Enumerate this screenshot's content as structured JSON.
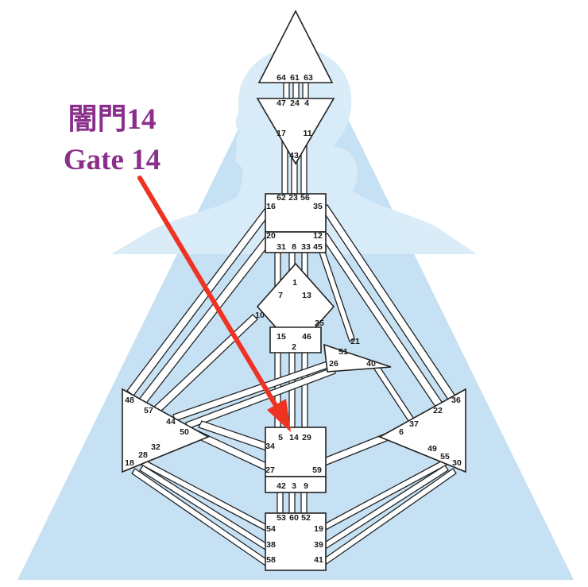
{
  "callout": {
    "line1": "闇門14",
    "line2": "Gate 14",
    "color": "#8a2f8c",
    "arrow_color": "#ee3322"
  },
  "colors": {
    "background_triangle": "#c6e1f4",
    "silhouette": "#d8ebf8",
    "center_fill": "#ffffff",
    "outline": "#222222"
  },
  "gates": {
    "g64": "64",
    "g61": "61",
    "g63": "63",
    "g47": "47",
    "g24": "24",
    "g4": "4",
    "g17": "17",
    "g11": "11",
    "g43": "43",
    "g62": "62",
    "g23": "23",
    "g56": "56",
    "g16": "16",
    "g35": "35",
    "g20": "20",
    "g12": "12",
    "g31": "31",
    "g8": "8",
    "g33": "33",
    "g45": "45",
    "g1": "1",
    "g7": "7",
    "g13": "13",
    "g10": "10",
    "g25": "25",
    "g15": "15",
    "g46": "46",
    "g2": "2",
    "g21": "21",
    "g51": "51",
    "g26": "26",
    "g40": "40",
    "g48": "48",
    "g57": "57",
    "g44": "44",
    "g50": "50",
    "g36": "36",
    "g22": "22",
    "g37": "37",
    "g6": "6",
    "g5": "5",
    "g14": "14",
    "g29": "29",
    "g34": "34",
    "g27": "27",
    "g59": "59",
    "g42": "42",
    "g3": "3",
    "g9": "9",
    "g32": "32",
    "g28": "28",
    "g18": "18",
    "g49": "49",
    "g55": "55",
    "g30": "30",
    "g53": "53",
    "g60": "60",
    "g52": "52",
    "g54": "54",
    "g19": "19",
    "g38": "38",
    "g39": "39",
    "g58": "58",
    "g41": "41"
  }
}
